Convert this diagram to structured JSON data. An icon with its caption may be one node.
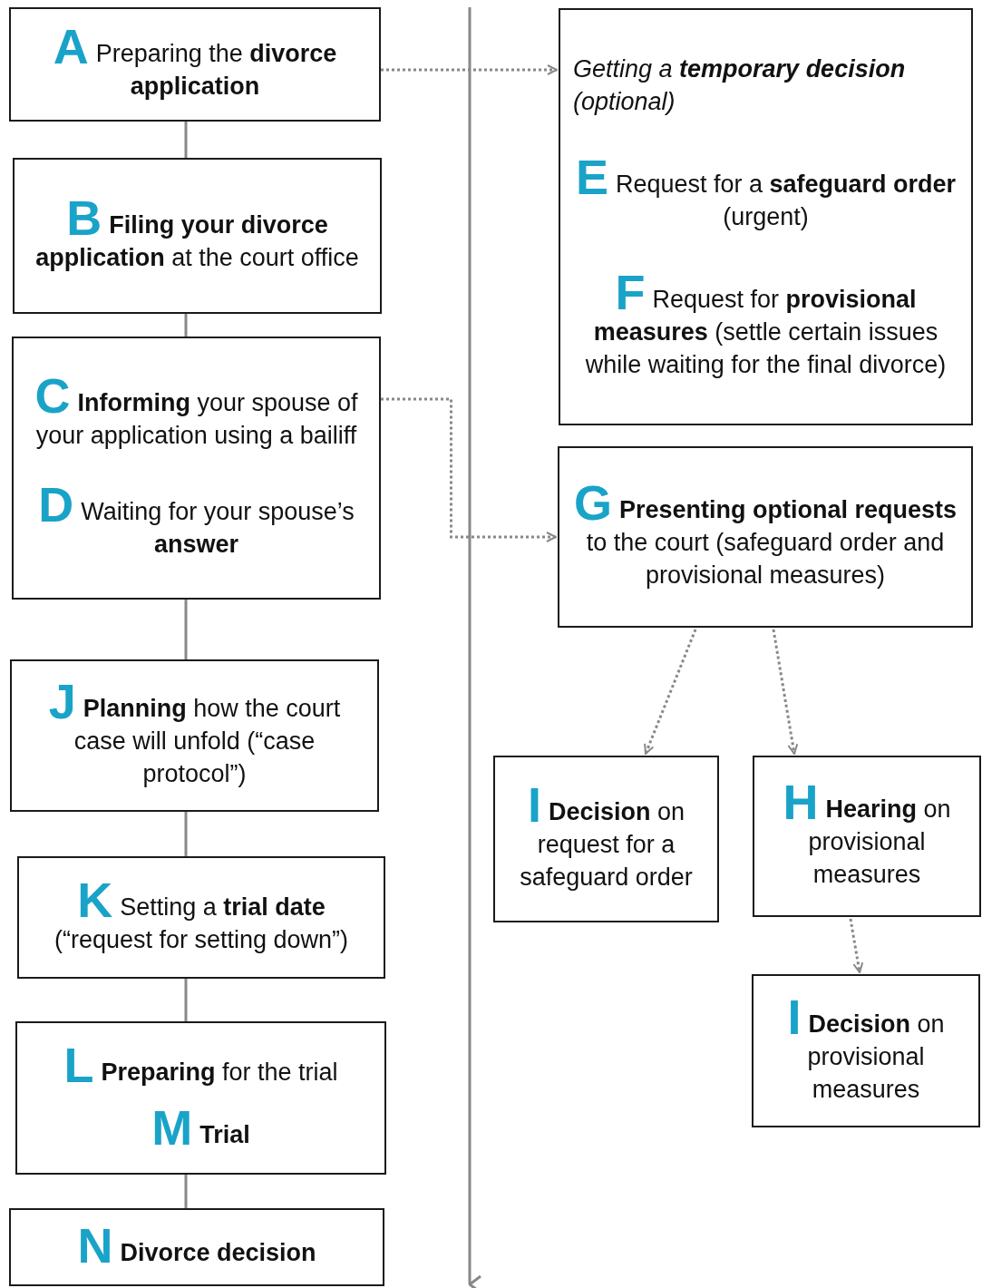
{
  "diagram": {
    "nodes": [
      {
        "text": [
          "A",
          "Preparing the **divorce application**"
        ]
      },
      {
        "text": [
          "B",
          "**Filing your divorce application** at the court office"
        ]
      },
      {
        "text": [
          "C",
          "**Informing** your spouse of your application using a bailiff",
          "D",
          "Waiting for your spouse’s **answer**"
        ]
      },
      {
        "text": [
          "J",
          "**Planning** how the court case will unfold (“case protocol”)"
        ]
      },
      {
        "text": [
          "K",
          "Setting a **trial date** (“request for setting down”)"
        ]
      },
      {
        "text": [
          "L",
          "**Preparing** for the trial",
          "M",
          "**Trial**"
        ]
      },
      {
        "text": [
          "N",
          "**Divorce decision**"
        ]
      },
      {
        "text": [
          "Getting a **temporary decision** (optional)",
          "E",
          "Request for a **safeguard order** (urgent)",
          "F",
          "Request for **provisional measures** (settle certain issues while waiting for the final divorce)"
        ]
      },
      {
        "text": [
          "G",
          "**Presenting optional requests** to the court (safeguard order and provisional measures)"
        ]
      },
      {
        "text": [
          "I",
          "**Decision** on request for a safeguard order"
        ]
      },
      {
        "text": [
          "H",
          "**Hearing** on provisional measures"
        ]
      },
      {
        "text": [
          "I",
          "**Decision** on provisional measures"
        ]
      }
    ],
    "edges": [
      {
        "from": 0,
        "to": 1,
        "arrow": "none"
      },
      {
        "from": 1,
        "to": 2,
        "arrow": "none"
      },
      {
        "from": 2,
        "to": 3,
        "arrow": "none"
      },
      {
        "from": 3,
        "to": 4,
        "arrow": "none"
      },
      {
        "from": 4,
        "to": 5,
        "arrow": "none"
      },
      {
        "from": 5,
        "to": 6,
        "arrow": "none"
      },
      {
        "from": 0,
        "to": 7,
        "arrow": "to",
        "style": "dashed"
      },
      {
        "from": 2,
        "to": 8,
        "arrow": "to",
        "style": "dashed"
      },
      {
        "from": 8,
        "to": 9,
        "arrow": "to",
        "style": "dashed"
      },
      {
        "from": 8,
        "to": 10,
        "arrow": "to",
        "style": "dashed"
      },
      {
        "from": 10,
        "to": 11,
        "arrow": "to",
        "style": "dashed"
      }
    ]
  }
}
